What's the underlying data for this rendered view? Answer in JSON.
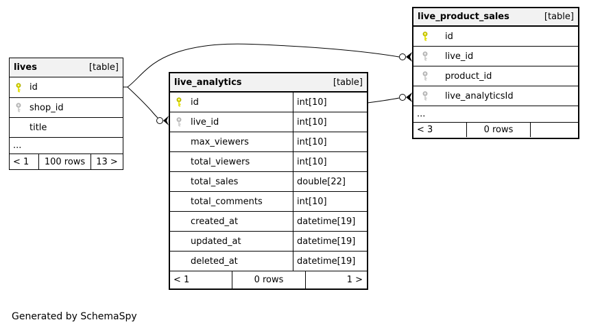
{
  "generator_note": "Generated by SchemaSpy",
  "colors": {
    "header_bg": "#f2f2f2",
    "row_bg": "#ffffff",
    "border": "#000000",
    "edge": "#000000",
    "pk_key_fill": "#e3e000",
    "pk_key_stroke": "#a8a800",
    "fk_key_fill": "#cccccc",
    "fk_key_stroke": "#a8a8a8"
  },
  "tables": {
    "lives": {
      "name": "lives",
      "badge": "[table]",
      "columns": [
        {
          "name": "id",
          "key": "primary"
        },
        {
          "name": "shop_id",
          "key": "foreign"
        },
        {
          "name": "title",
          "key": "none"
        },
        {
          "name": "...",
          "key": "none",
          "ellipsis": true
        }
      ],
      "footer": {
        "left": "< 1",
        "center": "100 rows",
        "right": "13 >"
      }
    },
    "live_analytics": {
      "name": "live_analytics",
      "badge": "[table]",
      "columns": [
        {
          "name": "id",
          "type": "int[10]",
          "key": "primary"
        },
        {
          "name": "live_id",
          "type": "int[10]",
          "key": "foreign"
        },
        {
          "name": "max_viewers",
          "type": "int[10]",
          "key": "none"
        },
        {
          "name": "total_viewers",
          "type": "int[10]",
          "key": "none"
        },
        {
          "name": "total_sales",
          "type": "double[22]",
          "key": "none"
        },
        {
          "name": "total_comments",
          "type": "int[10]",
          "key": "none"
        },
        {
          "name": "created_at",
          "type": "datetime[19]",
          "key": "none"
        },
        {
          "name": "updated_at",
          "type": "datetime[19]",
          "key": "none"
        },
        {
          "name": "deleted_at",
          "type": "datetime[19]",
          "key": "none"
        }
      ],
      "footer": {
        "left": "< 1",
        "center": "0 rows",
        "right": "1 >"
      }
    },
    "live_product_sales": {
      "name": "live_product_sales",
      "badge": "[table]",
      "columns": [
        {
          "name": "id",
          "key": "primary"
        },
        {
          "name": "live_id",
          "key": "foreign"
        },
        {
          "name": "product_id",
          "key": "foreign"
        },
        {
          "name": "live_analyticsId",
          "key": "foreign"
        },
        {
          "name": "...",
          "key": "none",
          "ellipsis": true
        }
      ],
      "footer": {
        "left": "< 3",
        "center": "0 rows",
        "right": ""
      }
    }
  },
  "relationships": [
    {
      "from": "lives.id",
      "to": "live_product_sales.live_id",
      "to_marker": "zero-or-many"
    },
    {
      "from": "lives.id",
      "to": "live_analytics.live_id",
      "to_marker": "zero-or-many"
    },
    {
      "from": "live_analytics.id",
      "to": "live_product_sales.live_analyticsId",
      "to_marker": "zero-or-many"
    }
  ]
}
